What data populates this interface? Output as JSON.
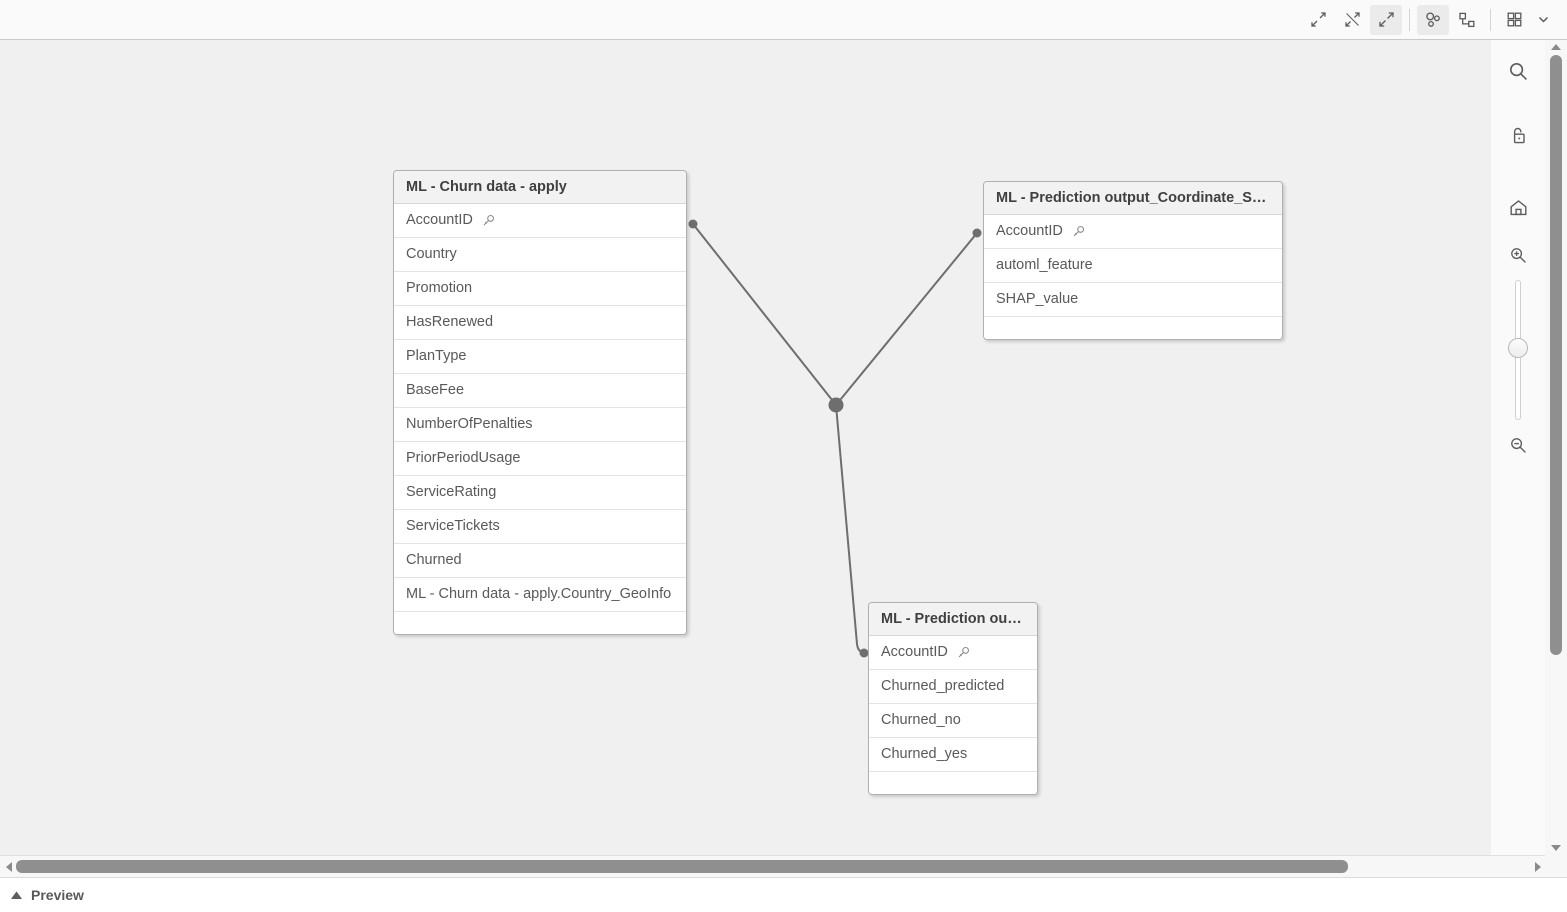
{
  "toolbar": {
    "buttons": [
      {
        "name": "collapse-all-icon",
        "label": "Collapse all",
        "active": false
      },
      {
        "name": "collapse-partial-icon",
        "label": "Collapse partially",
        "active": false
      },
      {
        "name": "expand-all-icon",
        "label": "Expand all",
        "active": true
      },
      {
        "name": "bubble-view-icon",
        "label": "Internal table view",
        "active": true
      },
      {
        "name": "data-model-view-icon",
        "label": "Data model viewer",
        "active": false
      },
      {
        "name": "grid-layout-icon",
        "label": "Layout",
        "active": false
      },
      {
        "name": "chevron-down-icon",
        "label": "More",
        "active": false
      }
    ]
  },
  "rail": {
    "buttons": [
      {
        "name": "search-icon",
        "label": "Search"
      },
      {
        "name": "unlock-icon",
        "label": "Unlock"
      },
      {
        "name": "home-icon",
        "label": "Reset zoom"
      },
      {
        "name": "zoom-in-icon",
        "label": "Zoom in"
      },
      {
        "name": "zoom-out-icon",
        "label": "Zoom out"
      }
    ],
    "zoom_slider": {
      "name": "zoom-slider",
      "value": 50
    }
  },
  "tables": [
    {
      "id": "churn-data-apply",
      "title": "ML - Churn data - apply",
      "fields": [
        {
          "label": "AccountID",
          "key": true
        },
        {
          "label": "Country",
          "key": false
        },
        {
          "label": "Promotion",
          "key": false
        },
        {
          "label": "HasRenewed",
          "key": false
        },
        {
          "label": "PlanType",
          "key": false
        },
        {
          "label": "BaseFee",
          "key": false
        },
        {
          "label": "NumberOfPenalties",
          "key": false
        },
        {
          "label": "PriorPeriodUsage",
          "key": false
        },
        {
          "label": "ServiceRating",
          "key": false
        },
        {
          "label": "ServiceTickets",
          "key": false
        },
        {
          "label": "Churned",
          "key": false
        },
        {
          "label": "ML - Churn data - apply.Country_GeoInfo",
          "key": false
        }
      ]
    },
    {
      "id": "prediction-output-coordinate-shap",
      "title": "ML - Prediction output_Coordinate_SH…",
      "fields": [
        {
          "label": "AccountID",
          "key": true
        },
        {
          "label": "automl_feature",
          "key": false
        },
        {
          "label": "SHAP_value",
          "key": false
        }
      ]
    },
    {
      "id": "prediction-output",
      "title": "ML - Prediction output",
      "fields": [
        {
          "label": "AccountID",
          "key": true
        },
        {
          "label": "Churned_predicted",
          "key": false
        },
        {
          "label": "Churned_no",
          "key": false
        },
        {
          "label": "Churned_yes",
          "key": false
        }
      ]
    }
  ],
  "associations": [
    {
      "from": "churn-data-apply.AccountID",
      "to": "junction"
    },
    {
      "from": "junction",
      "to": "prediction-output-coordinate-shap.AccountID"
    },
    {
      "from": "junction",
      "to": "prediction-output.AccountID"
    }
  ],
  "footer": {
    "preview_label": "Preview",
    "preview_expanded": false,
    "preview_toggle_icon": "triangle-up-icon"
  },
  "scrollbars": {
    "horizontal": {
      "name": "horizontal-scrollbar",
      "thumb_position": 0
    },
    "vertical": {
      "name": "vertical-scrollbar",
      "thumb_position": 0
    }
  },
  "colors": {
    "canvas": "#f0f0f0",
    "card_header": "#f2f2f2",
    "link": "#6e6e6e",
    "text": "#595959",
    "accent_active": "#ebebeb"
  }
}
